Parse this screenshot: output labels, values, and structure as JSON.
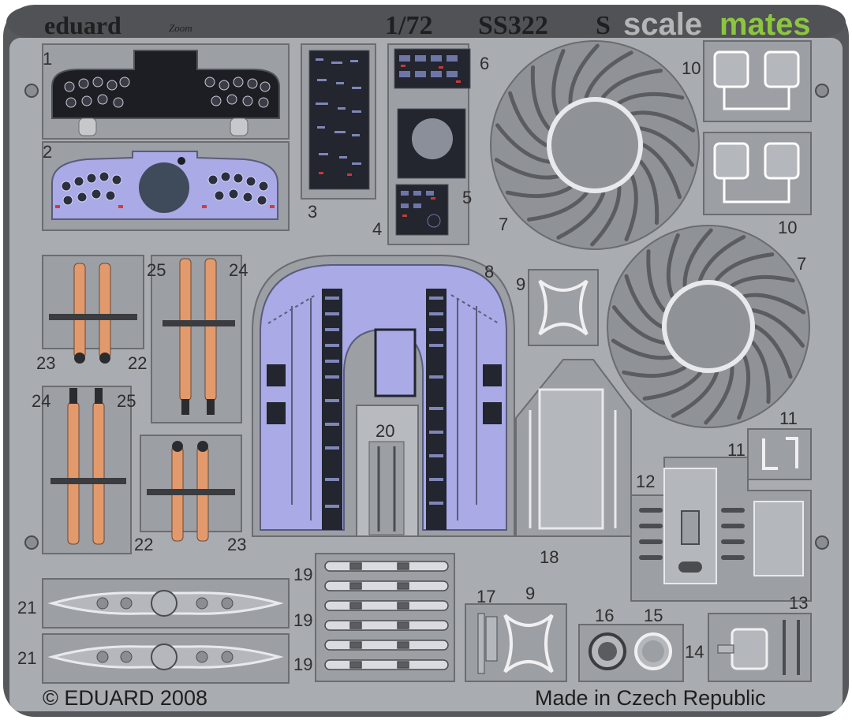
{
  "header": {
    "brand": "eduard",
    "zoom_logo_text": "Zoom",
    "scale": "1/72",
    "code": "SS322",
    "code_suffix": "S",
    "watermark_part1": "scale",
    "watermark_part2": "mates"
  },
  "footer": {
    "copyright": "© EDUARD 2008",
    "origin": "Made in Czech Republic"
  },
  "part_numbers": [
    "1",
    "2",
    "3",
    "4",
    "5",
    "6",
    "7",
    "7",
    "8",
    "9",
    "9",
    "10",
    "10",
    "11",
    "11",
    "12",
    "13",
    "14",
    "15",
    "16",
    "17",
    "18",
    "19",
    "19",
    "19",
    "20",
    "21",
    "21",
    "22",
    "22",
    "23",
    "23",
    "24",
    "24",
    "25",
    "25"
  ],
  "colors": {
    "fret": "#a9acb1",
    "frame": "#686a6e",
    "header_bar": "#4f5155",
    "lilac": "#a9aae6",
    "copper": "#e29a6d",
    "panel_black": "#1d1f26",
    "background": "#ffffff"
  }
}
